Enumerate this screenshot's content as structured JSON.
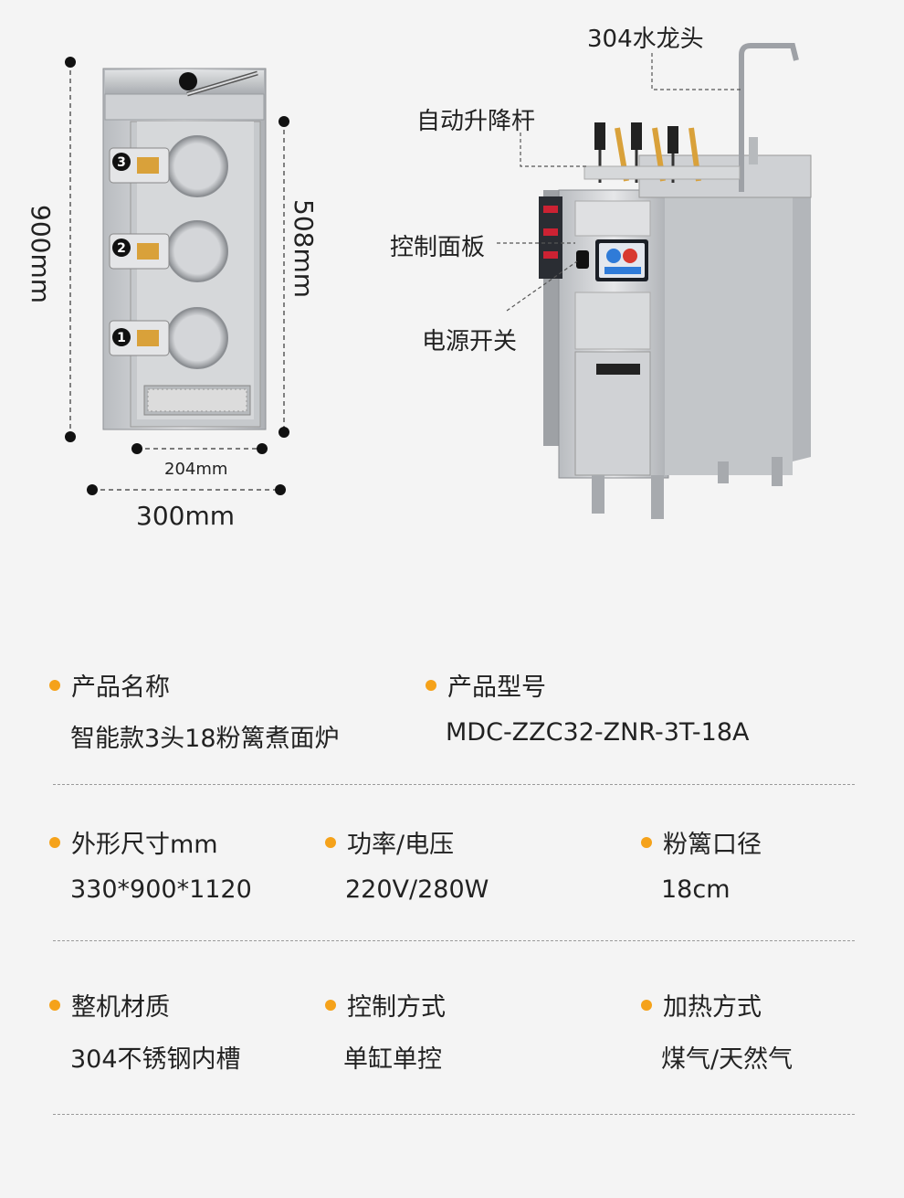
{
  "diagram": {
    "height_label": "900mm",
    "inner_height_label": "508mm",
    "inner_width_label": "204mm",
    "width_label": "300mm",
    "basket_numbers": [
      "3",
      "2",
      "1"
    ]
  },
  "callouts": {
    "faucet": "304水龙头",
    "lift_rod": "自动升降杆",
    "control_panel": "控制面板",
    "power_switch": "电源开关"
  },
  "specs": [
    {
      "label": "产品名称",
      "value": "智能款3头18粉篱煮面炉"
    },
    {
      "label": "产品型号",
      "value": "MDC-ZZC32-ZNR-3T-18A"
    },
    {
      "label": "外形尺寸mm",
      "value": "330*900*1120"
    },
    {
      "label": "功率/电压",
      "value": "220V/280W"
    },
    {
      "label": "粉篱口径",
      "value": "18cm"
    },
    {
      "label": "整机材质",
      "value": "304不锈钢内槽"
    },
    {
      "label": "控制方式",
      "value": "单缸单控"
    },
    {
      "label": "加热方式",
      "value": "煤气/天然气"
    }
  ],
  "colors": {
    "bullet": "#f5a21a",
    "background": "#f4f4f4",
    "steel": "#c9ccd0"
  }
}
